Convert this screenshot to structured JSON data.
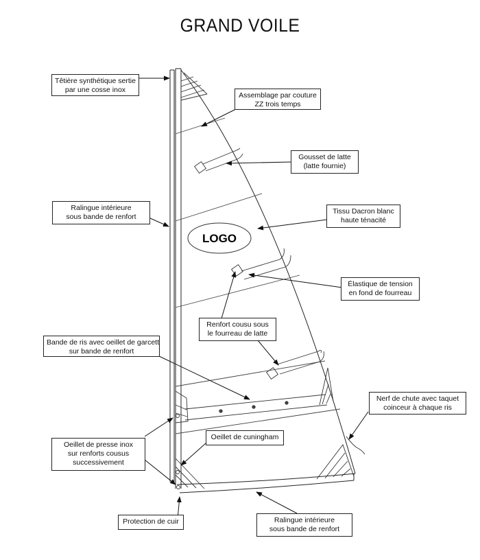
{
  "title": "GRAND VOILE",
  "logo": "LOGO",
  "callouts": {
    "tetiere": [
      "Têtière synthétique sertie",
      "par une cosse inox"
    ],
    "assemblage": [
      "Assemblage par couture",
      "ZZ trois temps"
    ],
    "gousset": [
      "Gousset de latte",
      "(latte fournie)"
    ],
    "ralingue_top": [
      "Ralingue intérieure",
      "sous bande de renfort"
    ],
    "tissu": [
      "Tissu Dacron blanc",
      "haute ténacité"
    ],
    "elastique": [
      "Élastique de tension",
      "en fond de fourreau"
    ],
    "renfort": [
      "Renfort cousu sous",
      "le fourreau de latte"
    ],
    "bande_ris": [
      "Bande de ris avec oeillet de garcette",
      "sur bande de renfort"
    ],
    "nerf": [
      "Nerf de chute avec taquet",
      "coinceur à chaque ris"
    ],
    "oeillet_presse": [
      "Oeillet de presse inox",
      "sur renforts cousus",
      "successivement"
    ],
    "cuningham": [
      "Oeillet de cuningham"
    ],
    "protection": [
      "Protection de cuir"
    ],
    "ralingue_bottom": [
      "Ralingue intérieure",
      "sous bande de renfort"
    ]
  }
}
